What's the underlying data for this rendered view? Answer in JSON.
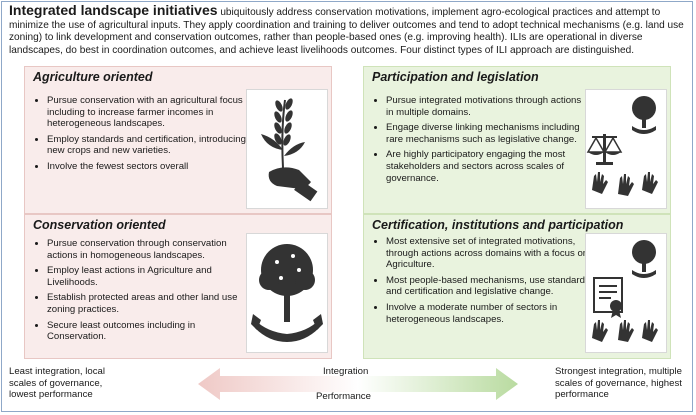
{
  "intro": {
    "lead": "Integrated landscape initiatives",
    "text": " ubiquitously address conservation motivations, implement agro-ecological practices and attempt to minimize the use of agricultural inputs. They apply coordination and training to deliver outcomes and tend to adopt technical mechanisms (e.g. land use zoning) to link development and conservation outcomes, rather than people-based ones (e.g. improving health). ILIs are operational in diverse landscapes, do best in coordination outcomes, and achieve least livelihoods outcomes. Four distinct types of ILI approach are distinguished."
  },
  "panels": {
    "agriculture": {
      "title": "Agriculture oriented",
      "bullets": [
        "Pursue conservation with an agricultural focus including to increase farmer incomes in heterogeneous landscapes.",
        "Employ standards and certification, introducing new crops and new varieties.",
        "Involve the fewest sectors overall"
      ],
      "icon": "wheat-in-hand-icon"
    },
    "conservation": {
      "title": "Conservation oriented",
      "bullets": [
        "Pursue conservation through conservation actions in homogeneous landscapes.",
        "Employ least actions in Agriculture and Livelihoods.",
        "Establish protected areas and other land use zoning practices.",
        "Secure least outcomes including in Conservation."
      ],
      "icon": "tree-in-hands-icon"
    },
    "participation": {
      "title": "Participation and legislation",
      "bullets": [
        "Pursue integrated motivations through actions in multiple domains.",
        "Engage diverse linking mechanisms including rare mechanisms such as legislative change.",
        "Are highly participatory engaging the most stakeholders and sectors across scales of governance."
      ],
      "icon": "scales-tree-hands-icon"
    },
    "certification": {
      "title": "Certification, institutions and participation",
      "bullets": [
        "Most extensive set of integrated motivations, through actions across domains with a focus on Agriculture.",
        "Most people-based mechanisms, use standards and certification and legislative change.",
        "Involve a moderate number of sectors in heterogeneous landscapes."
      ],
      "icon": "certificate-tree-hands-icon"
    }
  },
  "gradient": {
    "left_text": "Least integration, local scales of governance, lowest performance",
    "right_text": "Strongest integration, multiple scales of governance, highest performance",
    "top_label": "Integration",
    "bottom_label": "Performance",
    "colors": {
      "pink": "#efc9c6",
      "green": "#b9dba0",
      "border": "#8fa8c8"
    }
  }
}
